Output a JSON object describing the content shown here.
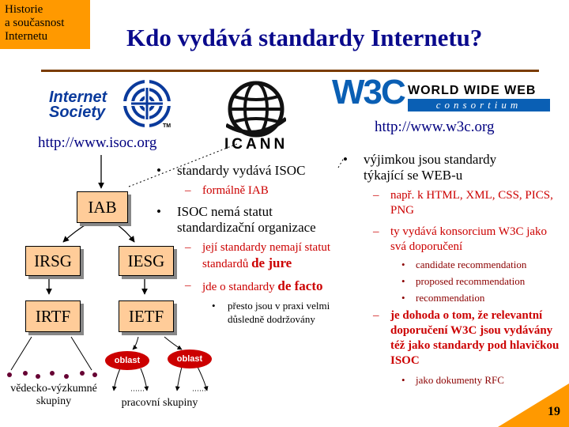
{
  "course": {
    "line1": "Historie",
    "line2": "a současnost",
    "line3": "Internetu"
  },
  "title": "Kdo vydává standardy Internetu?",
  "logos": {
    "isoc": {
      "word1": "Internet",
      "word2": "Society",
      "tm": "TM"
    },
    "icann": {
      "text": "ICANN"
    },
    "w3c": {
      "mark": "W3C",
      "line1": "WORLD WIDE WEB",
      "line2": "consortium"
    }
  },
  "urls": {
    "isoc": "http://www.isoc.org",
    "w3c": "http://www.w3c.org"
  },
  "org_chart": {
    "iab": "IAB",
    "irsg": "IRSG",
    "iesg": "IESG",
    "irtf": "IRTF",
    "ietf": "IETF",
    "area1": "oblast",
    "area2": "oblast",
    "research_line1": "vědecko-výzkumné",
    "research_line2": "skupiny",
    "working": "pracovní skupiny"
  },
  "middle": {
    "b1": "standardy vydává ISOC",
    "b1a": "formálně IAB",
    "b2": "ISOC nemá statut standardizační organizace",
    "b2a_pre": "její standardy nemají statut standardů",
    "b2a_em": "de jure",
    "b2b_pre": "jde o standardy",
    "b2b_em": "de facto",
    "b2b1": "přesto jsou v praxi velmi důsledně dodržovány"
  },
  "right": {
    "b1": "výjimkou jsou standardy týkající se WEB-u",
    "b1a": "např. k HTML, XML, CSS, PICS, PNG",
    "b1b": "ty vydává konsorcium W3C jako svá doporučení",
    "b1b1": "candidate recommendation",
    "b1b2": "proposed recommendation",
    "b1b3": "recommendation",
    "b1c": "je dohoda o tom, že relevantní doporučení W3C jsou vydávány též jako standardy pod hlavičkou ISOC",
    "b1c1": "jako dokumenty RFC"
  },
  "page_number": "19",
  "colors": {
    "accent": "#ff9900",
    "title": "#0a0a8c",
    "box": "#ffcc99",
    "red": "#cc0000",
    "url": "#000080"
  }
}
